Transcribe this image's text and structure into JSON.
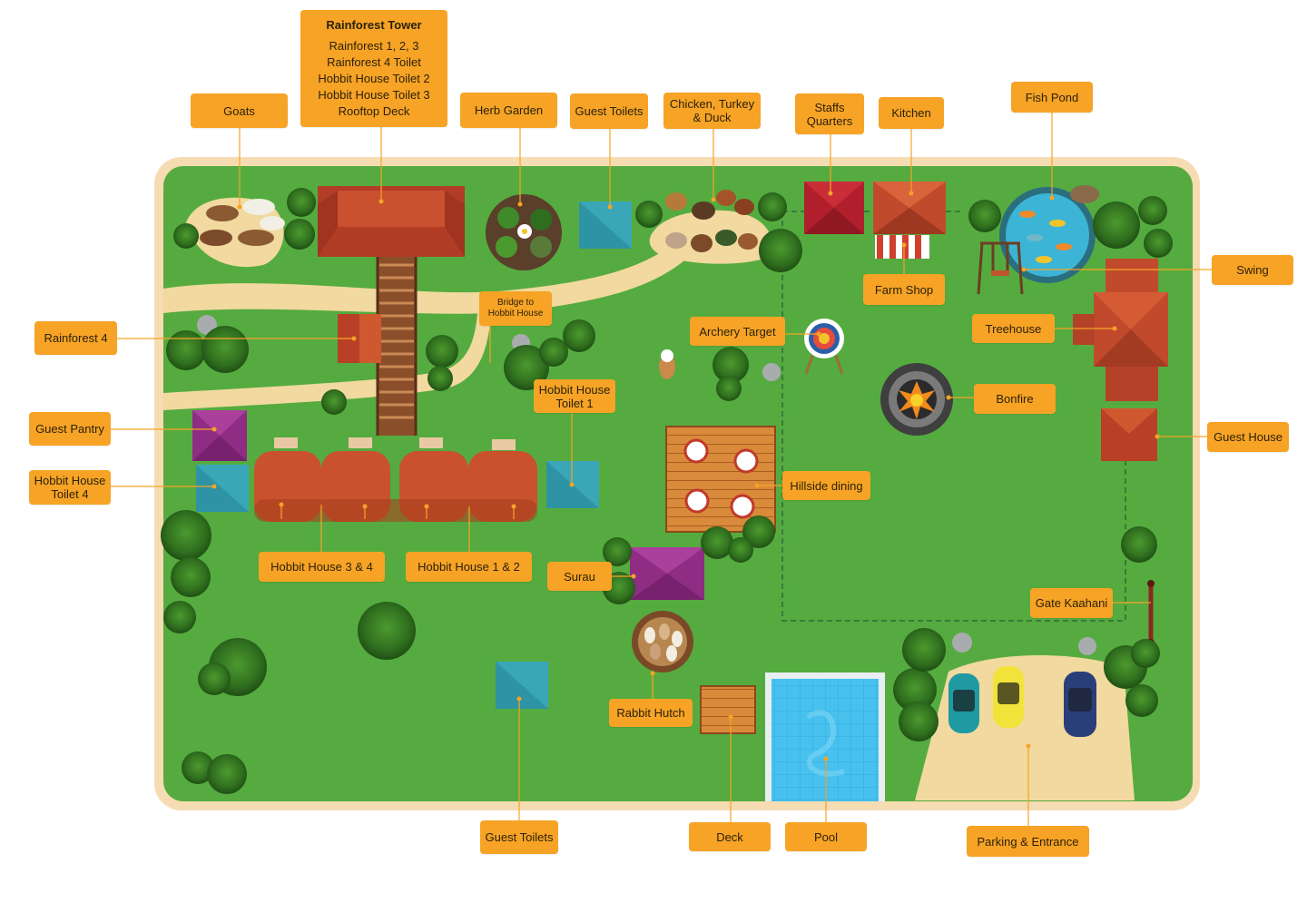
{
  "labels": {
    "rainforest_tower": {
      "title": "Rainforest Tower",
      "lines": [
        "Rainforest 1, 2, 3",
        "Rainforest 4 Toilet",
        "Hobbit House Toilet 2",
        "Hobbit House Toilet 3",
        "Rooftop Deck"
      ]
    },
    "goats": "Goats",
    "herb_garden": "Herb Garden",
    "guest_toilets_top": "Guest Toilets",
    "chicken_turkey_duck": [
      "Chicken, Turkey",
      "& Duck"
    ],
    "staffs_quarters": [
      "Staffs",
      "Quarters"
    ],
    "kitchen": "Kitchen",
    "fish_pond": "Fish Pond",
    "swing": "Swing",
    "farm_shop": "Farm Shop",
    "bridge_to_hobbit_house": [
      "Bridge to",
      "Hobbit House"
    ],
    "rainforest_4": "Rainforest 4",
    "archery_target": "Archery Target",
    "treehouse": "Treehouse",
    "hobbit_house_toilet_1": [
      "Hobbit House",
      "Toilet 1"
    ],
    "bonfire": "Bonfire",
    "guest_pantry": "Guest Pantry",
    "guest_house": "Guest House",
    "hobbit_house_toilet_4": [
      "Hobbit House",
      "Toilet 4"
    ],
    "hillside_dining": "Hillside dining",
    "hobbit_house_3_4": "Hobbit House 3 & 4",
    "hobbit_house_1_2": "Hobbit House 1 & 2",
    "surau": "Surau",
    "gate_kaahani": "Gate Kaahani",
    "rabbit_hutch": "Rabbit Hutch",
    "guest_toilets_bottom": "Guest Toilets",
    "deck": "Deck",
    "pool": "Pool",
    "parking_entrance": "Parking & Entrance"
  },
  "colors": {
    "grass": "#55ab3f",
    "border": "#f6dcb2",
    "path": "#f1d99f",
    "label": "#f7a326",
    "roof_red": "#c2492f",
    "roof_teal": "#2e93a4",
    "roof_purple": "#9c3b8c",
    "pool": "#35b1e6"
  }
}
